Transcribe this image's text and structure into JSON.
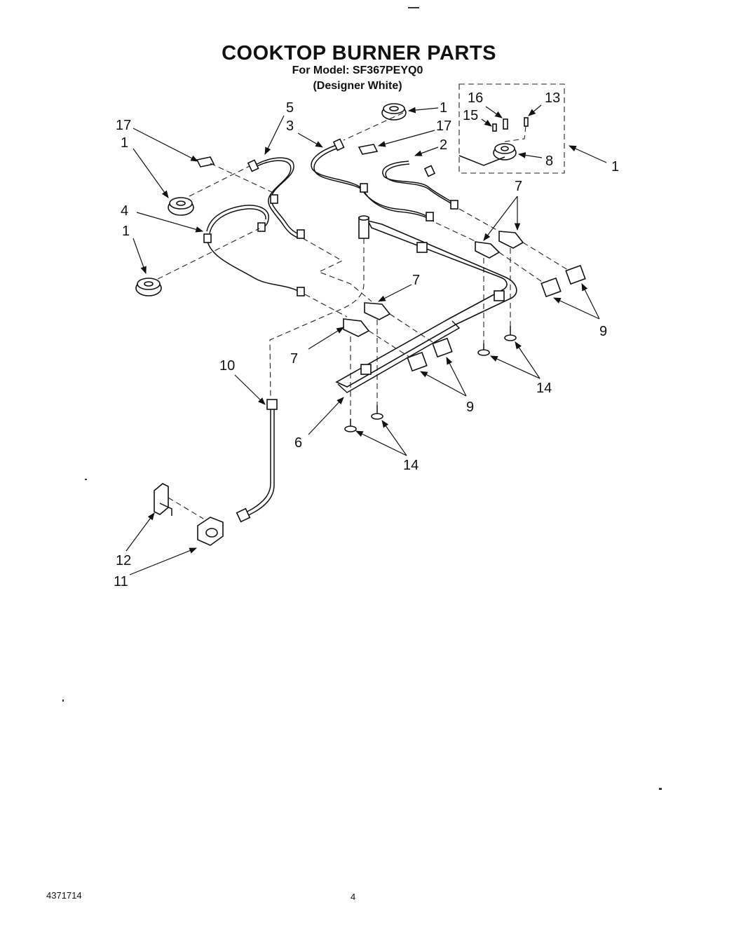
{
  "header": {
    "title": "COOKTOP BURNER PARTS",
    "model_line": "For Model: SF367PEYQ0",
    "color_line": "(Designer White)"
  },
  "footer": {
    "doc_number": "4371714",
    "page_number": "4"
  },
  "callouts": {
    "c1": "1",
    "c2": "2",
    "c3": "3",
    "c4": "4",
    "c5": "5",
    "c6": "6",
    "c7": "7",
    "c8": "8",
    "c9": "9",
    "c10": "10",
    "c11": "11",
    "c12": "12",
    "c13": "13",
    "c14": "14",
    "c15": "15",
    "c16": "16",
    "c17": "17"
  }
}
